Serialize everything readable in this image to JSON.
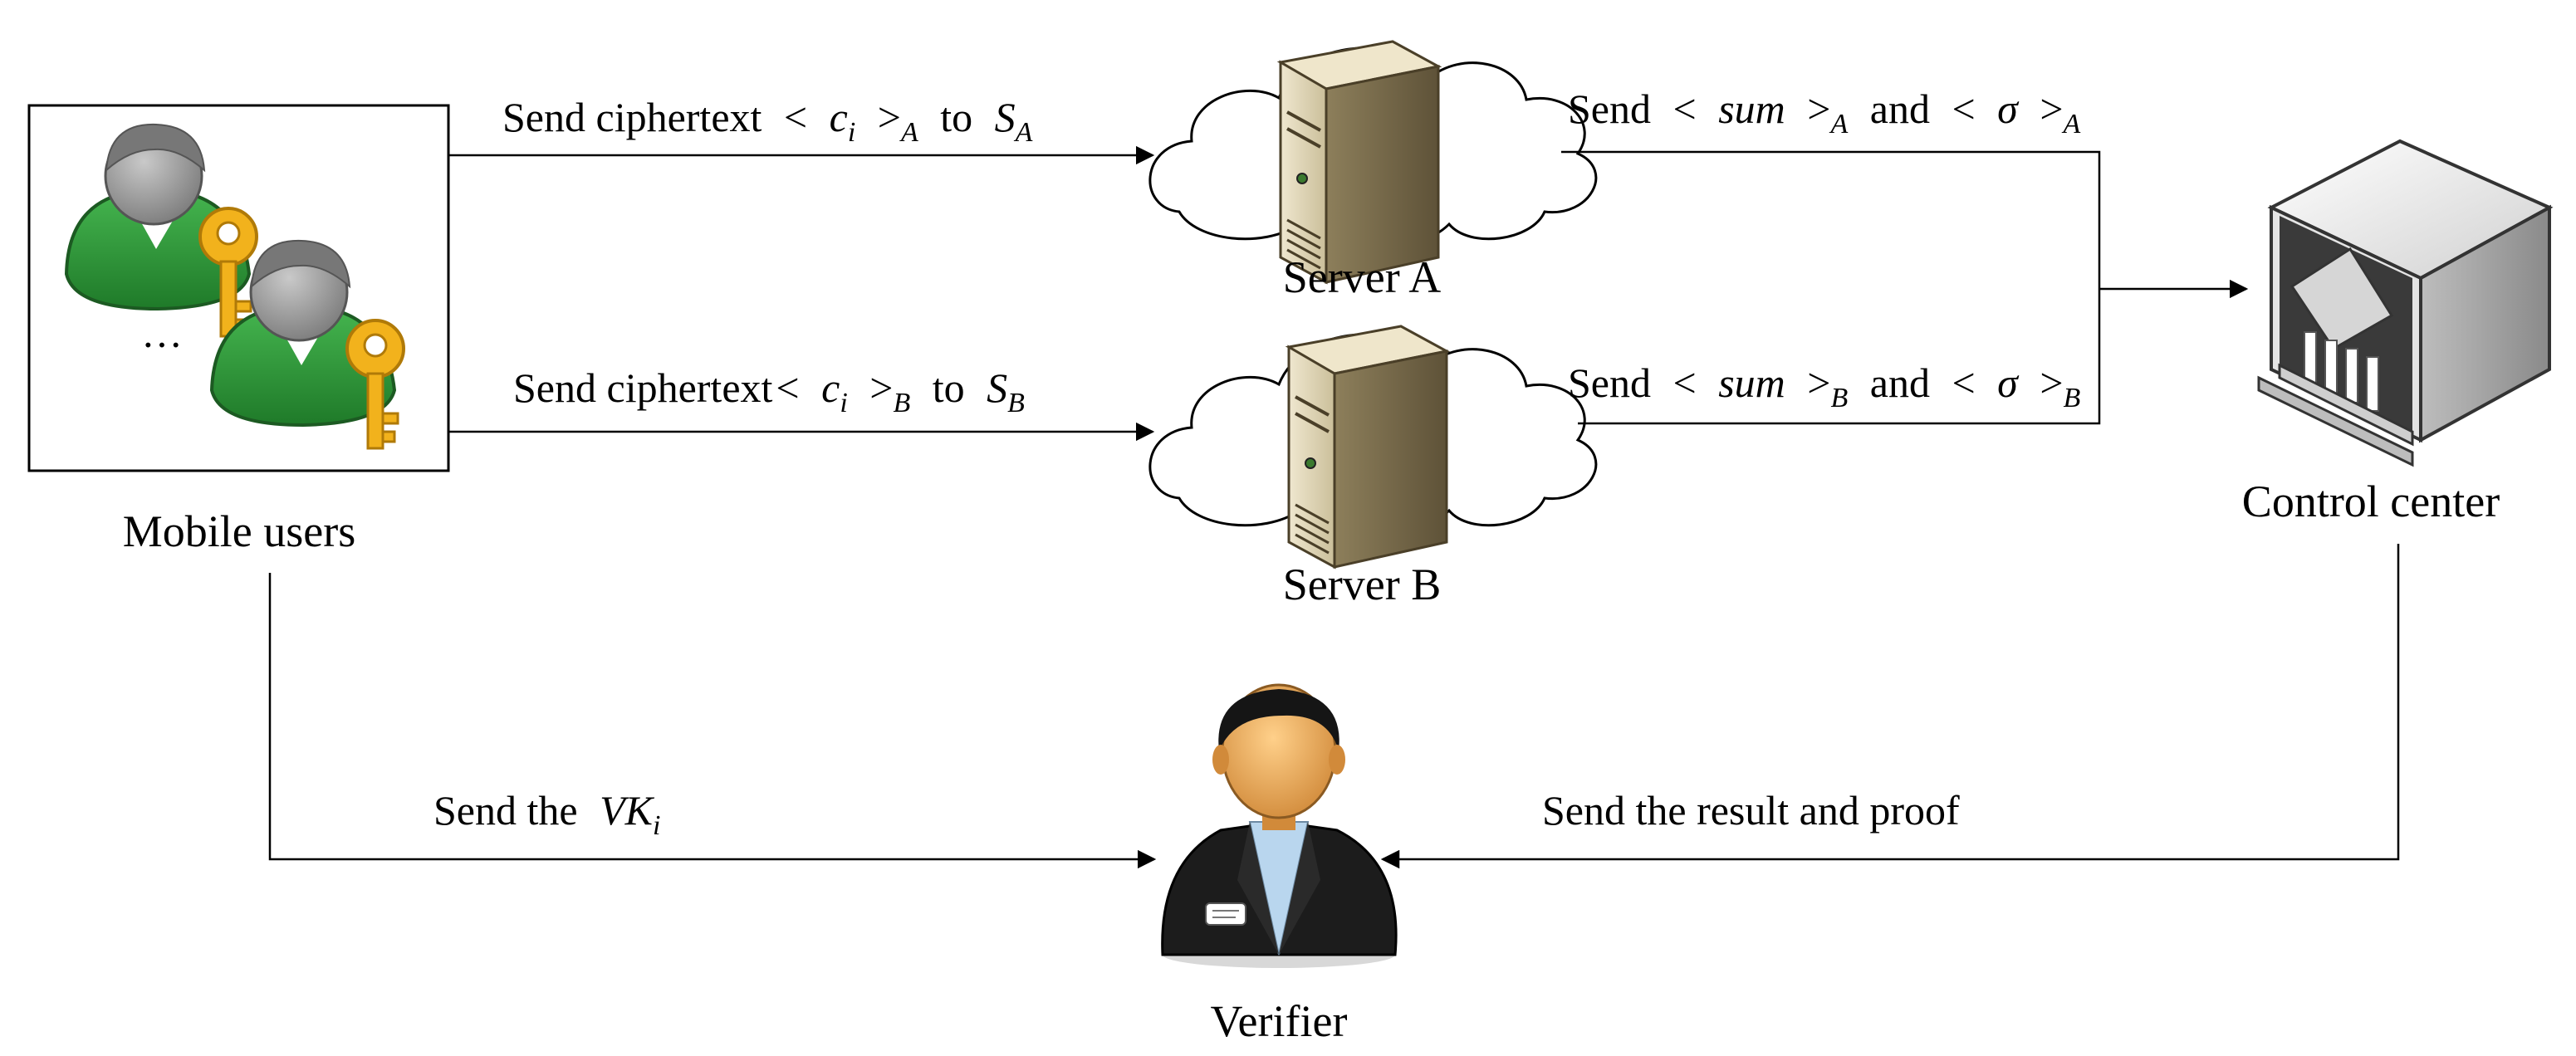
{
  "nodes": {
    "mobile_users": "Mobile users",
    "server_a": "Server A",
    "server_b": "Server B",
    "control_center": "Control center",
    "verifier": "Verifier"
  },
  "ellipsis": "···",
  "edges": {
    "to_server_a": {
      "text": "Send ciphertext",
      "lt": "<",
      "var": "c",
      "var_sub": "i",
      "gt": ">",
      "gt_sub": "A",
      "to": "to",
      "target": "S",
      "target_sub": "A"
    },
    "to_server_b": {
      "text": "Send ciphertext",
      "lt": "<",
      "var": "c",
      "var_sub": "i",
      "gt": ">",
      "gt_sub": "B",
      "to": "to",
      "target": "S",
      "target_sub": "B"
    },
    "a_to_center": {
      "send": "Send",
      "lt": "<",
      "sum": "sum",
      "gt": ">",
      "sub": "A",
      "and": "and",
      "lt2": "<",
      "sigma": "σ",
      "gt2": ">",
      "sub2": "A"
    },
    "b_to_center": {
      "send": "Send",
      "lt": "<",
      "sum": "sum",
      "gt": ">",
      "sub": "B",
      "and": "and",
      "lt2": "<",
      "sigma": "σ",
      "gt2": ">",
      "sub2": "B"
    },
    "users_to_verifier": {
      "text": "Send the",
      "vk": "VK",
      "vk_sub": "i"
    },
    "center_to_verifier": {
      "text": "Send the result and proof"
    }
  },
  "colors": {
    "user_body": "#2e9a3a",
    "user_head": "#9a9a9a",
    "key": "#f2b21c",
    "server": "#d9ceb0",
    "verifier_suit": "#1c1c1c",
    "verifier_skin": "#e8a55a",
    "building": "#d8d8d8"
  }
}
